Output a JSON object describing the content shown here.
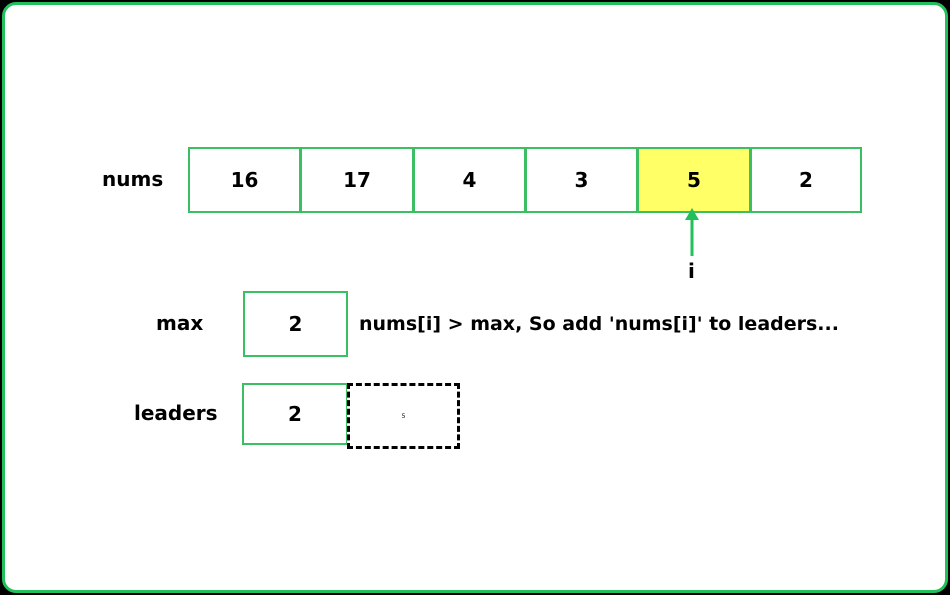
{
  "colors": {
    "border_green": "#22c05a",
    "cell_border": "#3cbf63",
    "highlight": "#ffff66",
    "background": "#ffffff",
    "outer": "#000000"
  },
  "nums": {
    "label": "nums",
    "values": [
      "16",
      "17",
      "4",
      "3",
      "5",
      "2"
    ],
    "highlight_index": 4
  },
  "pointer": {
    "label": "i",
    "icon": "up-arrow-icon"
  },
  "max": {
    "label": "max",
    "value": "2",
    "note": "nums[i] > max, So add 'nums[i]' to leaders..."
  },
  "leaders": {
    "label": "leaders",
    "values": [
      "2"
    ],
    "pending_value": "5"
  }
}
